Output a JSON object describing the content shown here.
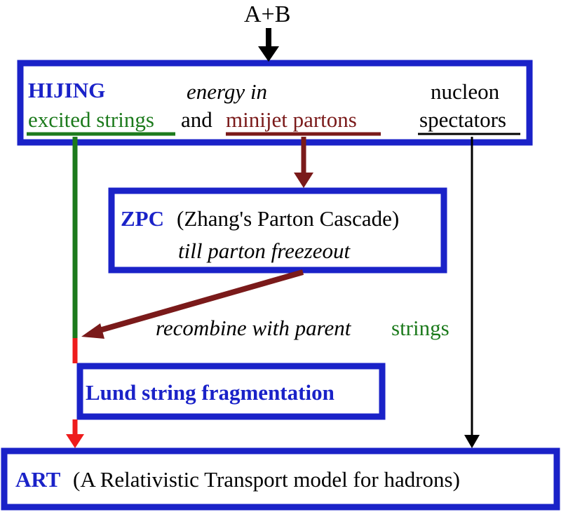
{
  "top_input": "A+B",
  "hijing": {
    "name": "HIJING",
    "energy_label": "energy in",
    "nucleon_label": "nucleon",
    "excited_strings": "excited strings",
    "and_word": "and",
    "minijet_partons": "minijet partons",
    "spectators": "spectators"
  },
  "zpc": {
    "name": "ZPC",
    "full_name": "(Zhang's Parton Cascade)",
    "stage": "till parton freezeout"
  },
  "recombine": {
    "text": "recombine with parent",
    "strings_word": "strings"
  },
  "lund": {
    "name": "Lund string fragmentation"
  },
  "art": {
    "name": "ART",
    "full_name": "(A Relativistic Transport model for hadrons)"
  },
  "colors": {
    "box_border": "#1a22c8",
    "strings_green": "#1c7a1c",
    "partons_maroon": "#7a1a1a",
    "arrow_red": "#ee1c1c",
    "arrow_black": "#000000"
  }
}
